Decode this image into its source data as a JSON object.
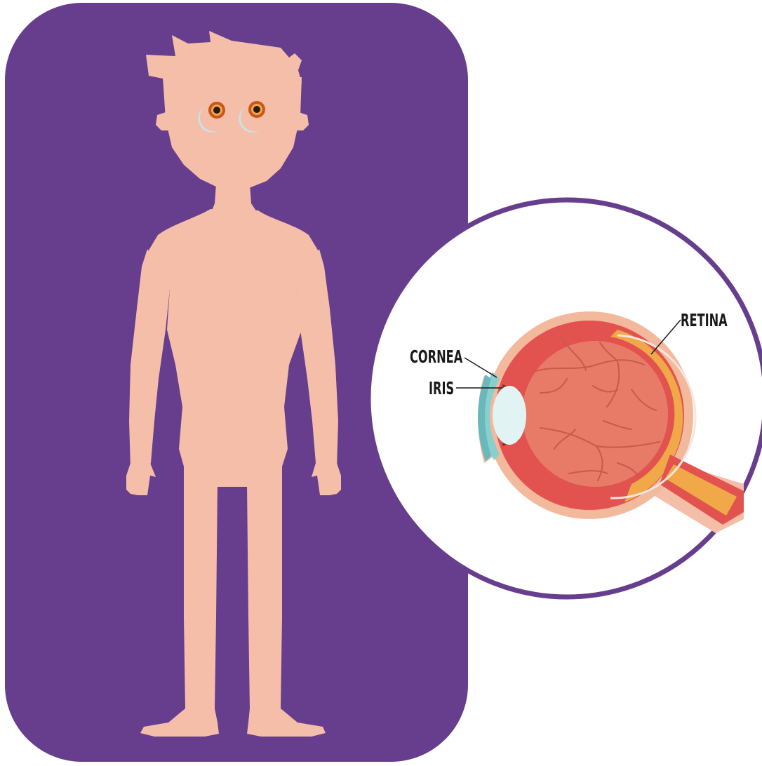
{
  "labels": {
    "cornea": "CORNEA",
    "iris": "IRIS",
    "retina": "RETINA"
  },
  "colors": {
    "panel": "#673d8e",
    "skin": "#f5bea9",
    "eye_outer": "#f3b99c",
    "sclera": "#e2524e",
    "vitreous": "#e87a68",
    "vessels": "#c95a4a",
    "optic_nerve": "#f0a848",
    "cornea": "#88cfd0",
    "lens": "#e2f3f3",
    "iris_ring": "#c6e3e6",
    "pupil_brown": "#c9561b",
    "circle_border": "#673d8e"
  },
  "icons": {
    "figure": "human-figure-icon",
    "eye": "eye-cross-section-icon"
  }
}
